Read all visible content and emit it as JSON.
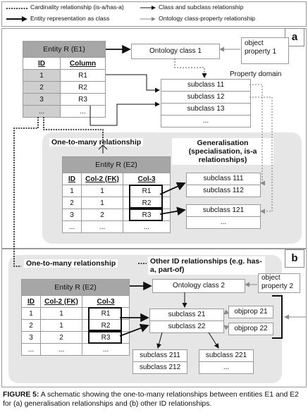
{
  "legend": {
    "cardinality": "Cardinality relationship (is-a/has-a)",
    "class_sub": "Class and subclass relationship",
    "entity_rep": "Entity representation as class",
    "ontology_prop": "Ontology class-property relationship"
  },
  "panel_a": {
    "label": "a",
    "entity_r1": {
      "title": "Entity R (E1)",
      "headers": [
        "ID",
        "Column"
      ],
      "rows": [
        [
          "1",
          "R1"
        ],
        [
          "2",
          "R2"
        ],
        [
          "3",
          "R3"
        ],
        [
          "...",
          "..."
        ]
      ]
    },
    "ontology_class": "Ontology class 1",
    "object_property": "object property 1",
    "property_domain": "Property domain",
    "subclasses": [
      "subclass 11",
      "subclass 12",
      "subclass 13",
      "..."
    ],
    "one_to_many": "One-to-many relationship",
    "generalisation": "Generalisation (specialisation, is-a relationships)",
    "entity_r2": {
      "title": "Entity R (E2)",
      "headers": [
        "ID",
        "Col-2 (FK)",
        "Col-3"
      ],
      "rows": [
        [
          "1",
          "1",
          "R1"
        ],
        [
          "2",
          "1",
          "R2"
        ],
        [
          "3",
          "2",
          "R3"
        ],
        [
          "...",
          "...",
          "..."
        ]
      ]
    },
    "sub_group_1": [
      "subclass 111",
      "subclass 112"
    ],
    "sub_group_2": [
      "subclass 121",
      "..."
    ]
  },
  "panel_b": {
    "label": "b",
    "one_to_many": "One-to-many relationship",
    "other_id": "Other ID relationships (e.g. has-a, part-of)",
    "entity_r2": {
      "title": "Entity R (E2)",
      "headers": [
        "ID",
        "Col-2 (FK)",
        "Col-3"
      ],
      "rows": [
        [
          "1",
          "1",
          "R1"
        ],
        [
          "2",
          "1",
          "R2"
        ],
        [
          "3",
          "2",
          "R3"
        ],
        [
          "...",
          "...",
          "..."
        ]
      ]
    },
    "ontology_class": "Ontology class 2",
    "object_property": "object property 2",
    "subclasses": [
      "subclass 21",
      "subclass 22"
    ],
    "objprops": [
      "objprop 21",
      "objprop 22"
    ],
    "sub_group_1": [
      "subclass 211",
      "subclass 212"
    ],
    "sub_group_2": [
      "subclass 221",
      "..."
    ]
  },
  "caption": {
    "label": "FIGURE 5:",
    "text": " A schematic showing the one-to-many relationships between entities E1 and E2 for (a) generalisation relationships and (b) other ID relationships."
  }
}
